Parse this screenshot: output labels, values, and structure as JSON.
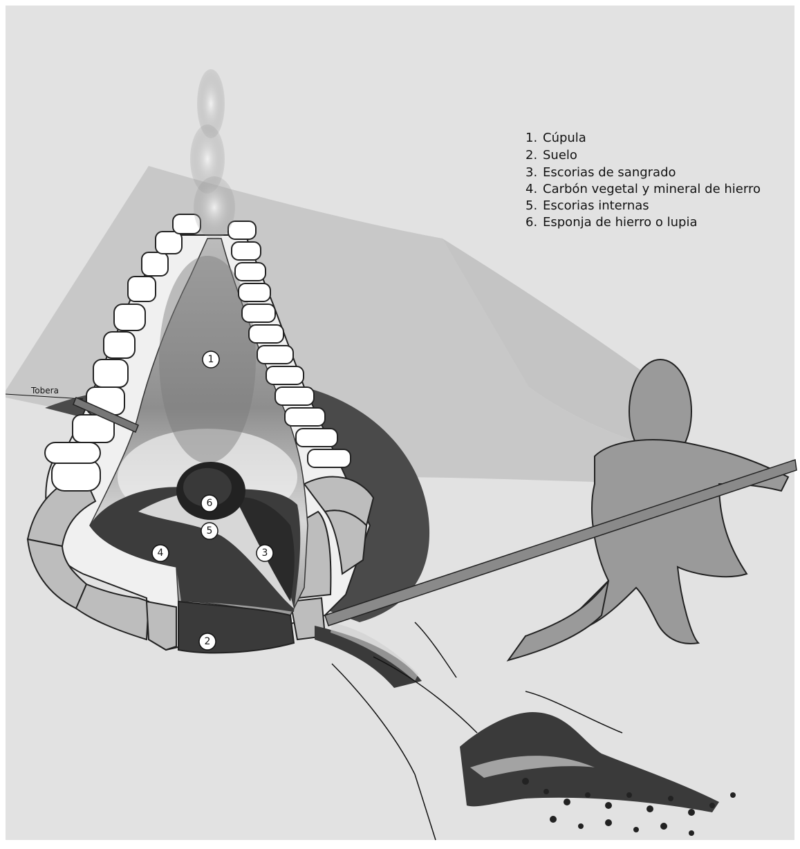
{
  "legend": {
    "items": [
      {
        "num": "1.",
        "label": "Cúpula"
      },
      {
        "num": "2.",
        "label": "Suelo"
      },
      {
        "num": "3.",
        "label": "Escorias de sangrado"
      },
      {
        "num": "4.",
        "label": "Carbón vegetal y mineral de hierro"
      },
      {
        "num": "5.",
        "label": "Escorias internas"
      },
      {
        "num": "6.",
        "label": "Esponja de hierro o lupia"
      }
    ]
  },
  "labels": {
    "tobera": "Tobera",
    "n1": "1",
    "n2": "2",
    "n3": "3",
    "n4": "4",
    "n5": "5",
    "n6": "6"
  },
  "colors": {
    "background": "#e2e2e2",
    "mound": "#c8c8c8",
    "pit": "#4a4a4a",
    "figure": "#9a9a9a",
    "stone": "#ffffff",
    "brick": "#bdbdbd",
    "slag": "#2a2a2a"
  }
}
